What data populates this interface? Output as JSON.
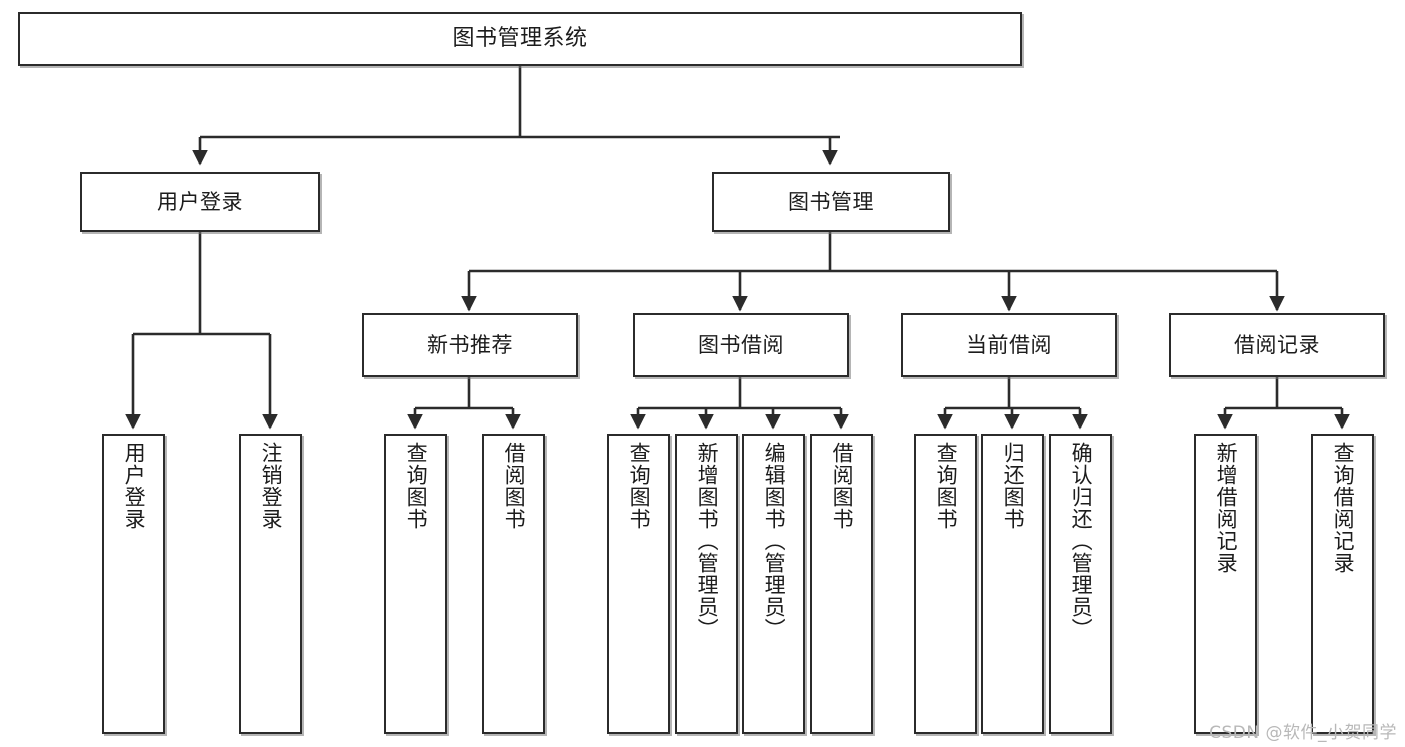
{
  "diagram": {
    "title": "图书管理系统",
    "type": "tree-hierarchy-chart",
    "watermark": "CSDN @软件_小贺同学",
    "stroke_color": "#2b2b2b",
    "fill_color": "#ffffff",
    "watermark_color": "#b8b8b8"
  },
  "nodes": {
    "root": {
      "label": "图书管理系统"
    },
    "level2": [
      {
        "label": "用户登录"
      },
      {
        "label": "图书管理"
      }
    ],
    "level3": [
      {
        "label": "新书推荐"
      },
      {
        "label": "图书借阅"
      },
      {
        "label": "当前借阅"
      },
      {
        "label": "借阅记录"
      }
    ],
    "leaves": {
      "user_login": [
        {
          "label": "用户登录"
        },
        {
          "label": "注销登录"
        }
      ],
      "new_book": [
        {
          "label": "查询图书"
        },
        {
          "label": "借阅图书"
        }
      ],
      "book_borrow": [
        {
          "label": "查询图书"
        },
        {
          "label": "新增图书（管理员）"
        },
        {
          "label": "编辑图书（管理员）"
        },
        {
          "label": "借阅图书"
        }
      ],
      "current_borrow": [
        {
          "label": "查询图书"
        },
        {
          "label": "归还图书"
        },
        {
          "label": "确认归还（管理员）"
        }
      ],
      "borrow_record": [
        {
          "label": "新增借阅记录"
        },
        {
          "label": "查询借阅记录"
        }
      ]
    }
  }
}
